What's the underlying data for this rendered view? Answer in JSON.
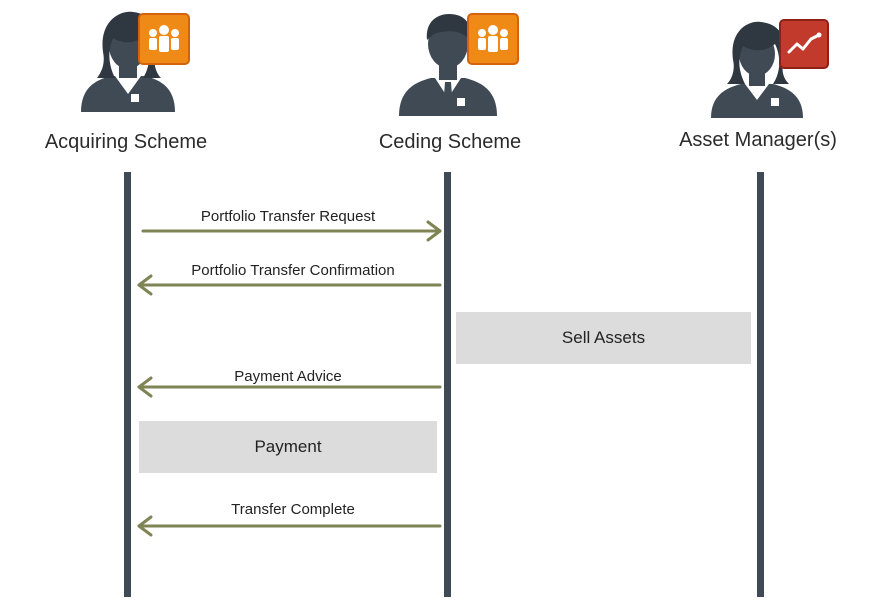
{
  "colors": {
    "lifeline": "#3f4a55",
    "arrow": "#7f8455",
    "person": "#3f4a55",
    "person_light": "#ffffff",
    "badge_orange": "#f08a17",
    "badge_orange_dark": "#d5620c",
    "badge_red": "#c23a2c",
    "badge_red_dark": "#8f2017",
    "activity_fill": "#dcdcdc"
  },
  "actors": [
    {
      "id": "acquiring",
      "label": "Acquiring Scheme",
      "icon": "person-female-group-icon",
      "badge": "group-icon",
      "badge_color": "orange"
    },
    {
      "id": "ceding",
      "label": "Ceding Scheme",
      "icon": "person-male-group-icon",
      "badge": "group-icon",
      "badge_color": "orange"
    },
    {
      "id": "asset",
      "label": "Asset Manager(s)",
      "icon": "person-female-chart-icon",
      "badge": "trend-chart-icon",
      "badge_color": "red"
    }
  ],
  "messages": [
    {
      "label": "Portfolio Transfer Request",
      "from": "acquiring",
      "to": "ceding"
    },
    {
      "label": "Portfolio Transfer Confirmation",
      "from": "ceding",
      "to": "acquiring"
    },
    {
      "label": "Payment Advice",
      "from": "ceding",
      "to": "acquiring"
    },
    {
      "label": "Transfer Complete",
      "from": "ceding",
      "to": "acquiring"
    }
  ],
  "activities": [
    {
      "label": "Sell Assets",
      "between": [
        "ceding",
        "asset"
      ]
    },
    {
      "label": "Payment",
      "between": [
        "acquiring",
        "ceding"
      ]
    }
  ]
}
